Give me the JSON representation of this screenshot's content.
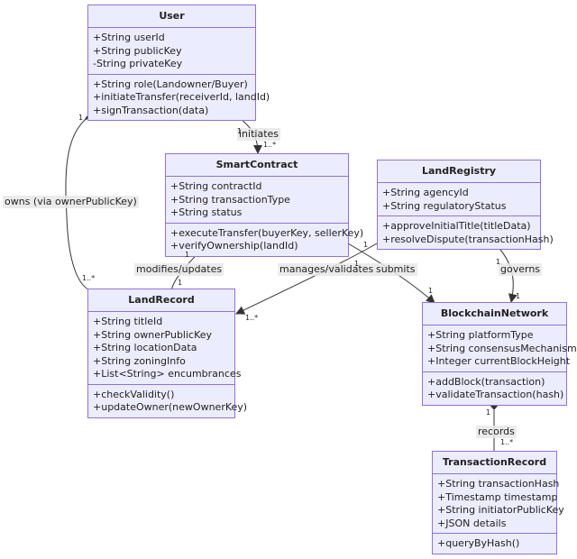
{
  "classes": {
    "user": {
      "name": "User",
      "attributes": [
        "+String userId",
        "+String publicKey",
        "-String privateKey"
      ],
      "methods": [
        "+String role(Landowner/Buyer)",
        "+initiateTransfer(receiverId, landId)",
        "+signTransaction(data)"
      ]
    },
    "smart_contract": {
      "name": "SmartContract",
      "attributes": [
        "+String contractId",
        "+String transactionType",
        "+String status"
      ],
      "methods": [
        "+executeTransfer(buyerKey, sellerKey)",
        "+verifyOwnership(landId)"
      ]
    },
    "land_registry": {
      "name": "LandRegistry",
      "attributes": [
        "+String agencyId",
        "+String regulatoryStatus"
      ],
      "methods": [
        "+approveInitialTitle(titleData)",
        "+resolveDispute(transactionHash)"
      ]
    },
    "land_record": {
      "name": "LandRecord",
      "attributes": [
        "+String titleId",
        "+String ownerPublicKey",
        "+String locationData",
        "+String zoningInfo",
        "+List<String> encumbrances"
      ],
      "methods": [
        "+checkValidity()",
        "+updateOwner(newOwnerKey)"
      ]
    },
    "blockchain_network": {
      "name": "BlockchainNetwork",
      "attributes": [
        "+String platformType",
        "+String consensusMechanism",
        "+Integer currentBlockHeight"
      ],
      "methods": [
        "+addBlock(transaction)",
        "+validateTransaction(hash)"
      ]
    },
    "transaction_record": {
      "name": "TransactionRecord",
      "attributes": [
        "+String transactionHash",
        "+Timestamp timestamp",
        "+String initiatorPublicKey",
        "+JSON details"
      ],
      "methods": [
        "+queryByHash()"
      ]
    }
  },
  "relations": {
    "initiates": {
      "label": "initiates",
      "from_mult": "1",
      "to_mult": "1..*"
    },
    "owns": {
      "label": "owns (via ownerPublicKey)",
      "from_mult": "1",
      "to_mult": "1..*"
    },
    "modifies": {
      "label": "modifies/updates",
      "from_mult": "1",
      "to_mult": "1"
    },
    "manages": {
      "label": "manages/validates",
      "from_mult": "1",
      "to_mult": "1..*"
    },
    "submits": {
      "label": "submits",
      "from_mult": "1",
      "to_mult": "1"
    },
    "governs": {
      "label": "governs",
      "from_mult": "1",
      "to_mult": "1"
    },
    "records": {
      "label": "records",
      "from_mult": "1",
      "to_mult": "1..*"
    }
  },
  "colors": {
    "fill": "#ECECFF",
    "border": "#9370DB",
    "line": "#333333",
    "label_bg": "#E8E8E8"
  }
}
